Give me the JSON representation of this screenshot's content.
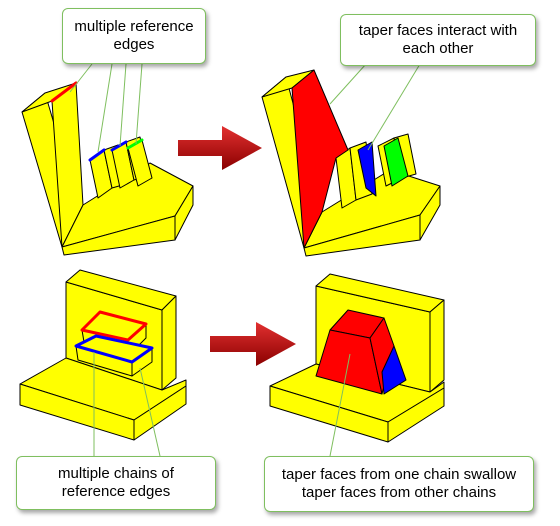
{
  "callouts": {
    "top_left": "multiple reference\nedges",
    "top_right": "taper faces interact with\neach other",
    "bottom_left": "multiple chains of\nreference edges",
    "bottom_right": "taper faces from one chain swallow\ntaper faces from other chains"
  },
  "colors": {
    "solid": "#ffff00",
    "edge": "#000000",
    "taper_red": "#ff0000",
    "taper_blue": "#0000ff",
    "taper_green": "#00ff00",
    "arrow": "#cc0000",
    "callout_border": "#7fbf5f"
  },
  "panels": [
    {
      "name": "before-tall-wall",
      "state": "before"
    },
    {
      "name": "after-tall-wall",
      "state": "after"
    },
    {
      "name": "before-boxes",
      "state": "before"
    },
    {
      "name": "after-frustum",
      "state": "after"
    }
  ]
}
